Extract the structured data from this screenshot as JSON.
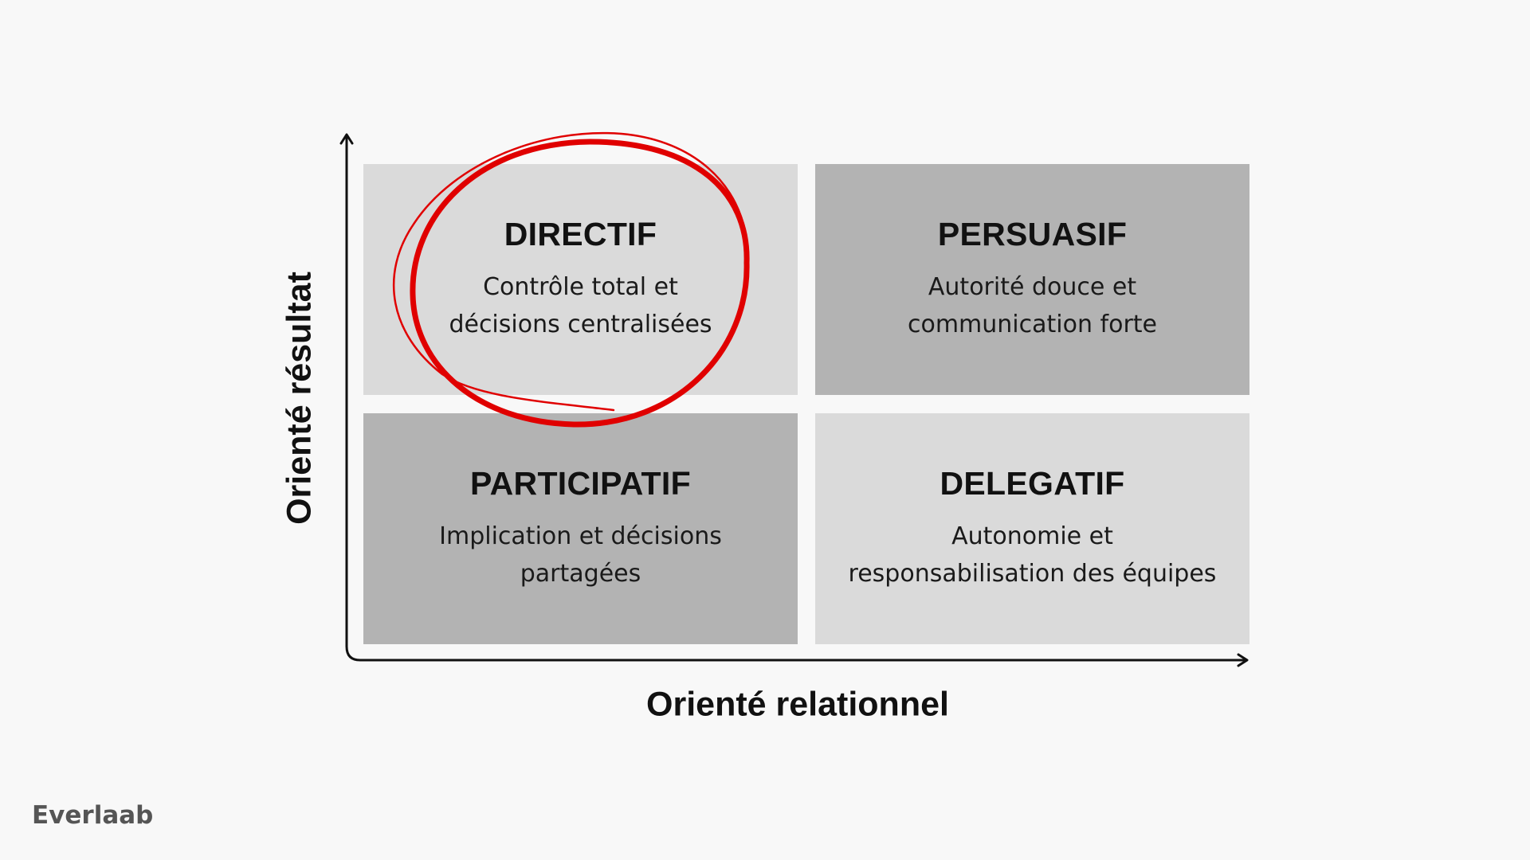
{
  "diagram": {
    "y_axis_label": "Orienté résultat",
    "x_axis_label": "Orienté relationnel",
    "quadrants": [
      {
        "position": "top-left",
        "title": "DIRECTIF",
        "description_lines": [
          "Contrôle total et",
          "décisions centralisées"
        ],
        "shade": "light",
        "highlighted": true
      },
      {
        "position": "top-right",
        "title": "PERSUASIF",
        "description_lines": [
          "Autorité douce et",
          "communication forte"
        ],
        "shade": "dark",
        "highlighted": false
      },
      {
        "position": "bottom-left",
        "title": "PARTICIPATIF",
        "description_lines": [
          "Implication et décisions",
          "partagées"
        ],
        "shade": "dark",
        "highlighted": false
      },
      {
        "position": "bottom-right",
        "title": "DELEGATIF",
        "description_lines": [
          "Autonomie et",
          "responsabilisation des équipes"
        ],
        "shade": "light",
        "highlighted": false
      }
    ],
    "highlight": {
      "target": "top-left",
      "shape": "hand-drawn-circle"
    }
  },
  "brand": {
    "name": "Everlaab"
  },
  "colors": {
    "background": "#f8f8f8",
    "quadrant_light": "#dadada",
    "quadrant_dark": "#b3b3b3",
    "highlight": "#e00000",
    "axis": "#111111",
    "brand_text": "#555555"
  }
}
